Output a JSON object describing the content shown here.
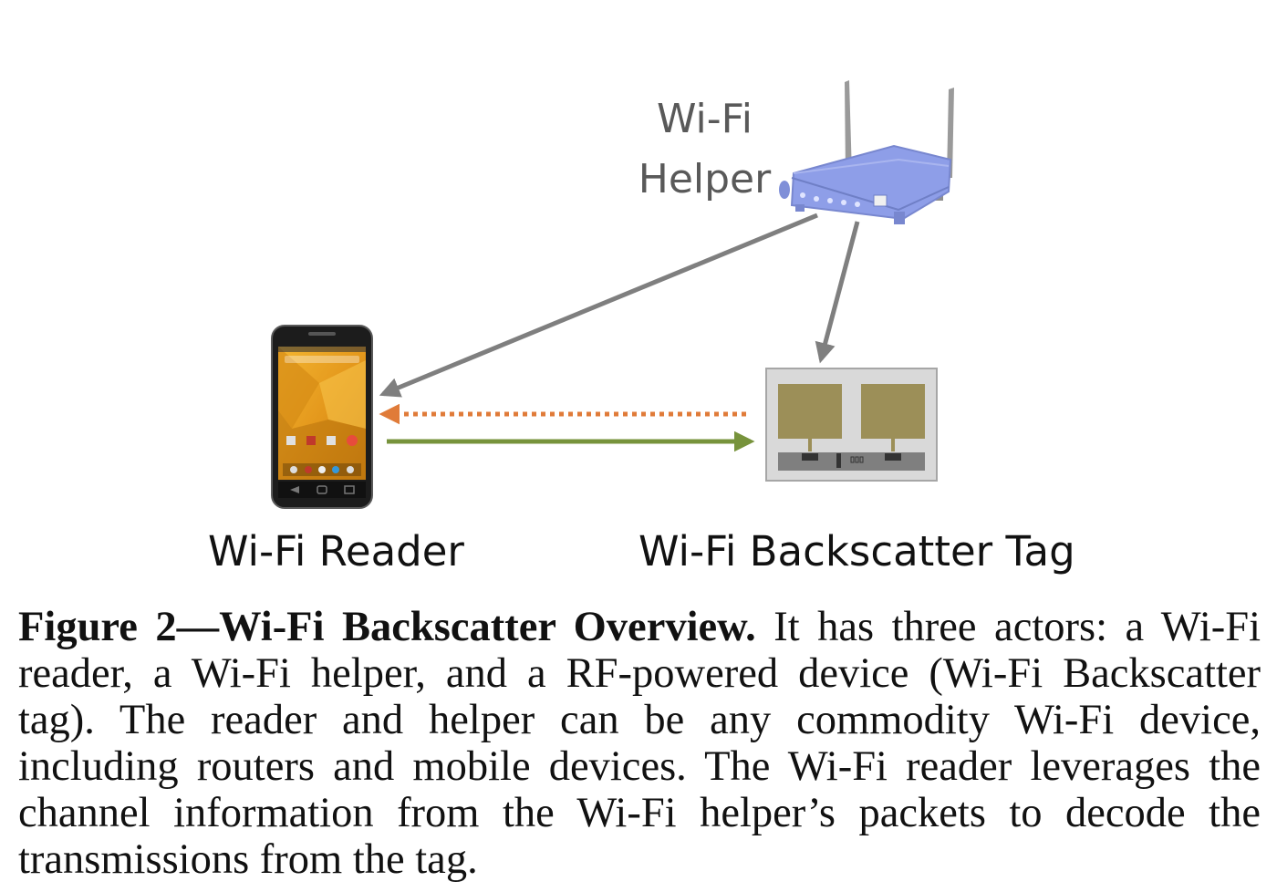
{
  "diagram": {
    "helper_label_line1": "Wi-Fi",
    "helper_label_line2": "Helper",
    "reader_label": "Wi-Fi Reader",
    "tag_label": "Wi-Fi Backscatter Tag",
    "colors": {
      "helper_arrows": "#7f7f7f",
      "tag_to_reader_dotted": "#e07b39",
      "reader_to_tag": "#77933c",
      "router_body": "#8e9ee8",
      "tag_antenna": "#9c8f58",
      "tag_board": "#d9d9d9"
    },
    "icons": [
      "router-icon",
      "smartphone-icon",
      "backscatter-tag-icon"
    ]
  },
  "caption": {
    "figure_label": "Figure 2—Wi-Fi Backscatter Overview.",
    "text": " It has three actors: a Wi-Fi reader, a Wi-Fi helper, and a RF-powered device (Wi-Fi Backscatter tag). The reader and helper can be any commodity Wi-Fi device, including routers and mobile devices. The Wi-Fi reader leverages the channel information from the Wi-Fi helper’s packets to decode the transmissions from the tag."
  }
}
